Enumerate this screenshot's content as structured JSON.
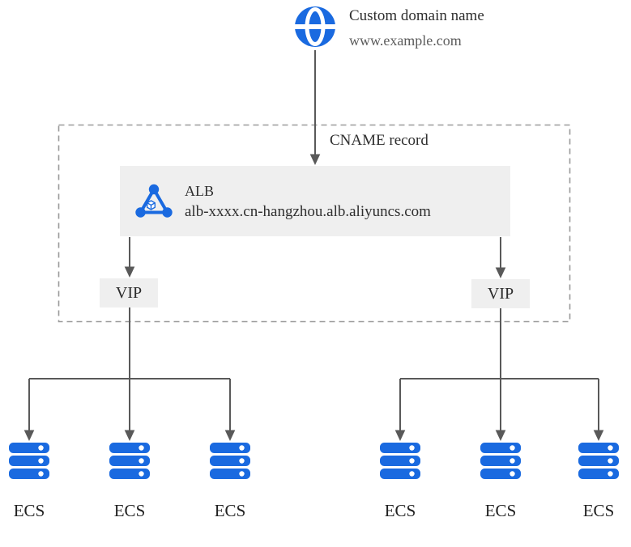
{
  "colors": {
    "icon_blue": "#1a6ae0",
    "arrow_gray": "#595959",
    "box_fill": "#efefef",
    "dashed_border": "#9a9a9a",
    "text_dark": "#2f2f2f",
    "text_muted": "#5c5c5c"
  },
  "domain_block": {
    "title": "Custom domain name",
    "url": "www.example.com"
  },
  "cname": {
    "label": "CNAME record"
  },
  "alb": {
    "title": "ALB",
    "dns_name": "alb-xxxx.cn-hangzhou.alb.aliyuncs.com"
  },
  "vip": {
    "left_label": "VIP",
    "right_label": "VIP"
  },
  "ecs": {
    "labels": [
      "ECS",
      "ECS",
      "ECS",
      "ECS",
      "ECS",
      "ECS"
    ]
  }
}
